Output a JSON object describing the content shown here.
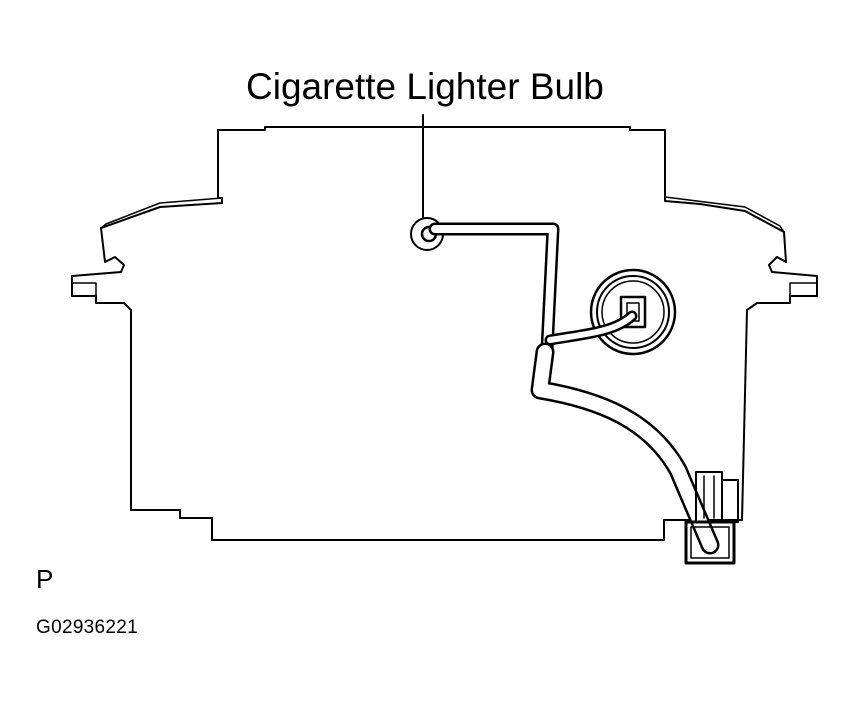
{
  "callout": {
    "label": "Cigarette Lighter Bulb"
  },
  "view_letter": "P",
  "figure_code": "G02936221",
  "colors": {
    "line": "#000000",
    "fill": "#ffffff"
  }
}
